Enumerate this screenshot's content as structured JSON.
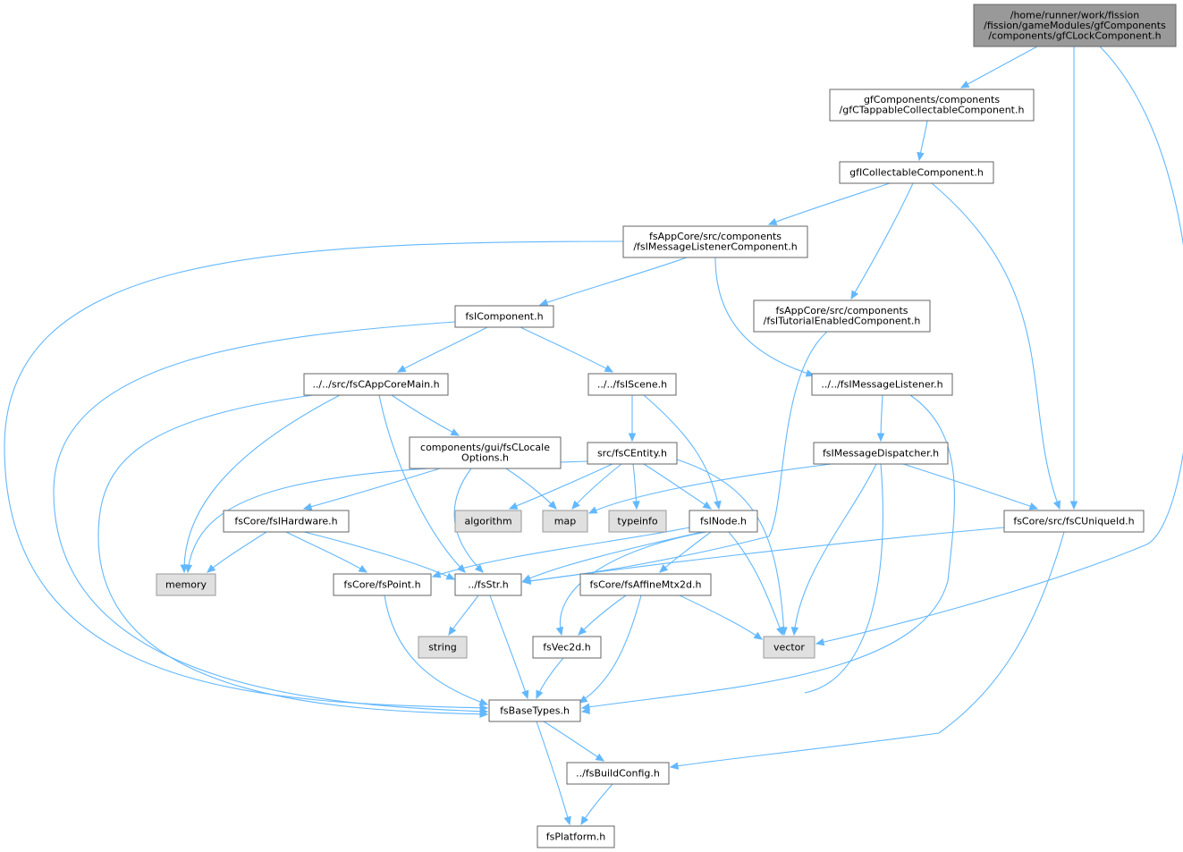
{
  "colors": {
    "edge": "#63b8ff",
    "node_fill": "#ffffff",
    "node_stroke": "#666666",
    "root_fill": "#999999",
    "root_stroke": "#666666",
    "system_fill": "#e0e0e0",
    "system_stroke": "#999999",
    "text": "#000000"
  },
  "nodes": [
    {
      "id": "root",
      "kind": "root",
      "lines": [
        "/home/runner/work/fission",
        "/fission/gameModules/gfComponents",
        "/components/gfCLockComponent.h"
      ]
    },
    {
      "id": "tappable",
      "kind": "file",
      "lines": [
        "gfComponents/components",
        "/gfCTappableCollectableComponent.h"
      ]
    },
    {
      "id": "collectable",
      "kind": "file",
      "lines": [
        "gfICollectableComponent.h"
      ]
    },
    {
      "id": "msglistenercomp",
      "kind": "file",
      "lines": [
        "fsAppCore/src/components",
        "/fsIMessageListenerComponent.h"
      ]
    },
    {
      "id": "tutorial",
      "kind": "file",
      "lines": [
        "fsAppCore/src/components",
        "/fsITutorialEnabledComponent.h"
      ]
    },
    {
      "id": "component",
      "kind": "file",
      "lines": [
        "fsIComponent.h"
      ]
    },
    {
      "id": "appcoremain",
      "kind": "file",
      "lines": [
        "../../src/fsCAppCoreMain.h"
      ]
    },
    {
      "id": "scene",
      "kind": "file",
      "lines": [
        "../../fsIScene.h"
      ]
    },
    {
      "id": "msglistener",
      "kind": "file",
      "lines": [
        "../../fsIMessageListener.h"
      ]
    },
    {
      "id": "locale",
      "kind": "file",
      "lines": [
        "components/gui/fsCLocale",
        "Options.h"
      ]
    },
    {
      "id": "entity",
      "kind": "file",
      "lines": [
        "src/fsCEntity.h"
      ]
    },
    {
      "id": "dispatcher",
      "kind": "file",
      "lines": [
        "fsIMessageDispatcher.h"
      ]
    },
    {
      "id": "hardware",
      "kind": "file",
      "lines": [
        "fsCore/fsIHardware.h"
      ]
    },
    {
      "id": "algorithm",
      "kind": "system",
      "lines": [
        "algorithm"
      ]
    },
    {
      "id": "map",
      "kind": "system",
      "lines": [
        "map"
      ]
    },
    {
      "id": "typeinfo",
      "kind": "system",
      "lines": [
        "typeinfo"
      ]
    },
    {
      "id": "node",
      "kind": "file",
      "lines": [
        "fsINode.h"
      ]
    },
    {
      "id": "uniqueid",
      "kind": "file",
      "lines": [
        "fsCore/src/fsCUniqueId.h"
      ]
    },
    {
      "id": "memory",
      "kind": "system",
      "lines": [
        "memory"
      ]
    },
    {
      "id": "point",
      "kind": "file",
      "lines": [
        "fsCore/fsPoint.h"
      ]
    },
    {
      "id": "str",
      "kind": "file",
      "lines": [
        "../fsStr.h"
      ]
    },
    {
      "id": "affine",
      "kind": "file",
      "lines": [
        "fsCore/fsAffineMtx2d.h"
      ]
    },
    {
      "id": "string",
      "kind": "system",
      "lines": [
        "string"
      ]
    },
    {
      "id": "vec2d",
      "kind": "file",
      "lines": [
        "fsVec2d.h"
      ]
    },
    {
      "id": "vector",
      "kind": "system",
      "lines": [
        "vector"
      ]
    },
    {
      "id": "basetypes",
      "kind": "file",
      "lines": [
        "fsBaseTypes.h"
      ]
    },
    {
      "id": "buildconfig",
      "kind": "file",
      "lines": [
        "../fsBuildConfig.h"
      ]
    },
    {
      "id": "platform",
      "kind": "file",
      "lines": [
        "fsPlatform.h"
      ]
    }
  ],
  "edges": [
    [
      "root",
      "tappable"
    ],
    [
      "root",
      "uniqueid"
    ],
    [
      "root",
      "vector"
    ],
    [
      "tappable",
      "collectable"
    ],
    [
      "collectable",
      "msglistenercomp"
    ],
    [
      "collectable",
      "tutorial"
    ],
    [
      "collectable",
      "uniqueid"
    ],
    [
      "msglistenercomp",
      "component"
    ],
    [
      "msglistenercomp",
      "msglistener"
    ],
    [
      "msglistenercomp",
      "basetypes"
    ],
    [
      "tutorial",
      "str"
    ],
    [
      "component",
      "appcoremain"
    ],
    [
      "component",
      "scene"
    ],
    [
      "component",
      "basetypes"
    ],
    [
      "appcoremain",
      "locale"
    ],
    [
      "appcoremain",
      "memory"
    ],
    [
      "appcoremain",
      "str"
    ],
    [
      "appcoremain",
      "basetypes"
    ],
    [
      "scene",
      "entity"
    ],
    [
      "scene",
      "node"
    ],
    [
      "msglistener",
      "dispatcher"
    ],
    [
      "msglistener",
      "basetypes"
    ],
    [
      "locale",
      "hardware"
    ],
    [
      "locale",
      "map"
    ],
    [
      "locale",
      "str"
    ],
    [
      "entity",
      "memory"
    ],
    [
      "entity",
      "algorithm"
    ],
    [
      "entity",
      "map"
    ],
    [
      "entity",
      "typeinfo"
    ],
    [
      "entity",
      "node"
    ],
    [
      "entity",
      "vector"
    ],
    [
      "dispatcher",
      "map"
    ],
    [
      "dispatcher",
      "uniqueid"
    ],
    [
      "dispatcher",
      "vector"
    ],
    [
      "dispatcher",
      "basetypes"
    ],
    [
      "hardware",
      "memory"
    ],
    [
      "hardware",
      "point"
    ],
    [
      "hardware",
      "str"
    ],
    [
      "node",
      "point"
    ],
    [
      "node",
      "str"
    ],
    [
      "node",
      "affine"
    ],
    [
      "node",
      "vec2d"
    ],
    [
      "node",
      "vector"
    ],
    [
      "uniqueid",
      "str"
    ],
    [
      "uniqueid",
      "buildconfig"
    ],
    [
      "point",
      "basetypes"
    ],
    [
      "str",
      "string"
    ],
    [
      "str",
      "basetypes"
    ],
    [
      "affine",
      "vec2d"
    ],
    [
      "affine",
      "vector"
    ],
    [
      "affine",
      "basetypes"
    ],
    [
      "vec2d",
      "basetypes"
    ],
    [
      "basetypes",
      "buildconfig"
    ],
    [
      "basetypes",
      "platform"
    ],
    [
      "buildconfig",
      "platform"
    ]
  ]
}
